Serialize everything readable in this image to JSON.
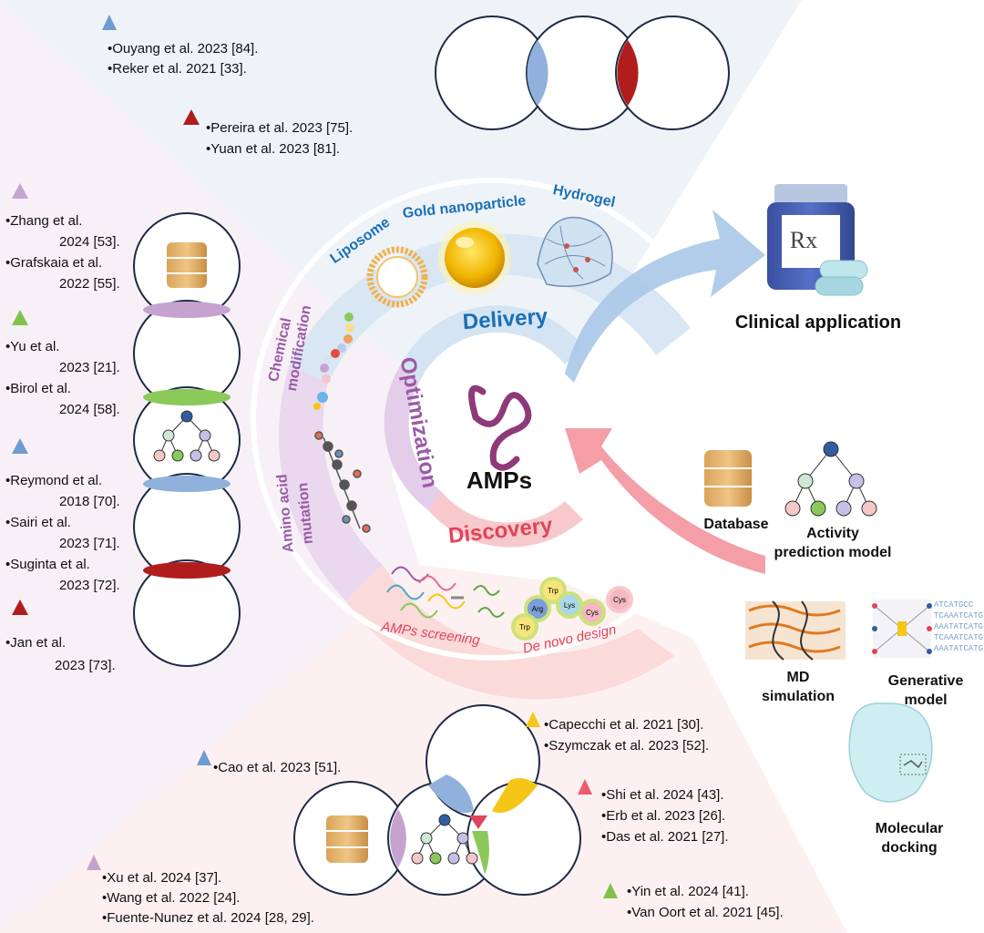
{
  "center_label": "AMPs",
  "ring_inner": {
    "delivery": "Delivery",
    "optimization": "Optimization",
    "discovery": "Discovery"
  },
  "delivery_items": [
    "Liposome",
    "Gold nanoparticle",
    "Hydrogel"
  ],
  "optimization_items": {
    "chemical_line1": "Chemical",
    "chemical_line2": "modification",
    "amino_line1": "Amino acid",
    "amino_line2": "mutation"
  },
  "discovery_items": {
    "screening": "AMPs screening",
    "denovo": "De novo design"
  },
  "peptide_beads": [
    "Trp",
    "Arg",
    "Lys",
    "Cys",
    "Cys",
    "Trp"
  ],
  "right_panel": {
    "clinical": "Clinical application",
    "database": "Database",
    "activity_line1": "Activity",
    "activity_line2": "prediction model",
    "md_line1": "MD",
    "md_line2": "simulation",
    "gen_line1": "Generative",
    "gen_line2": "model",
    "dock_line1": "Molecular",
    "dock_line2": "docking",
    "rx": "Rx"
  },
  "top_refs": {
    "blue": [
      "•Ouyang et al. 2023 [84].",
      "•Reker et al. 2021 [33]."
    ],
    "red": [
      "•Pereira et al. 2023 [75].",
      "•Yuan et al. 2023 [81]."
    ]
  },
  "left_refs": {
    "purple": [
      "•Zhang et al.",
      "2024 [53].",
      "•Grafskaia et al.",
      "2022 [55]."
    ],
    "green": [
      "•Yu et al.",
      "2023 [21].",
      "•Birol et al.",
      "2024 [58]."
    ],
    "blue": [
      "•Reymond et al.",
      "2018 [70].",
      "•Sairi et al.",
      "2023 [71].",
      "•Suginta et al.",
      "2023 [72]."
    ],
    "red": [
      "•Jan et al.",
      "2023 [73]."
    ]
  },
  "bottom_refs": {
    "blue": [
      "•Cao et al. 2023 [51]."
    ],
    "purple": [
      "•Xu et al. 2024 [37].",
      "•Wang et al. 2022 [24].",
      "•Fuente-Nunez et al. 2024 [28, 29]."
    ],
    "yellow": [
      "•Capecchi et al. 2021 [30].",
      "•Szymczak et al. 2023 [52]."
    ],
    "red": [
      "•Shi et al. 2024 [43].",
      "•Erb et al. 2023 [26].",
      "•Das et al. 2021 [27]."
    ],
    "green": [
      "•Yin et al. 2024 [41].",
      "•Van Oort et al. 2021 [45]."
    ]
  },
  "dna_text": [
    "ATCATGCC",
    "TCAAATCATG",
    "AAATATCATG",
    "TCAAATCATG",
    "AAATATCATG"
  ],
  "colors": {
    "blue": "#8fb1dc",
    "red": "#b11d1d",
    "purple": "#c6a3cf",
    "green": "#8bc95a",
    "yellow": "#f5c518",
    "delivery_text": "#1a6fb8",
    "optim_text": "#9a5aa6",
    "discovery_text": "#e0445a",
    "amp_worm": "#8e3a7a"
  }
}
